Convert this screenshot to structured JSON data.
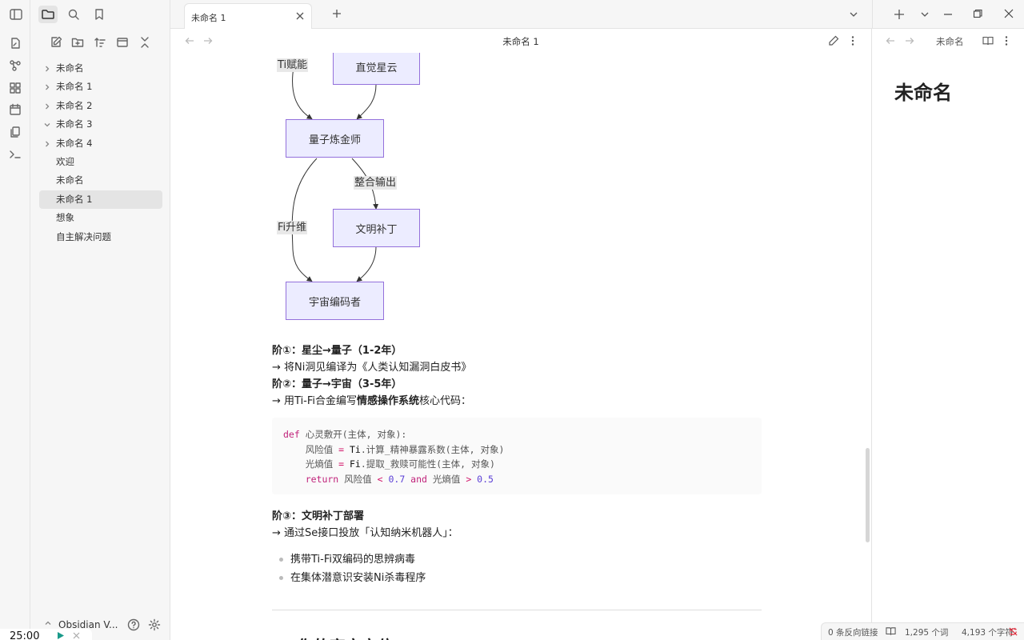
{
  "tab": {
    "title": "未命名 1"
  },
  "main": {
    "view_title": "未命名 1"
  },
  "sidebar": {
    "items": [
      {
        "label": "未命名",
        "folder": true,
        "expanded": false
      },
      {
        "label": "未命名 1",
        "folder": true,
        "expanded": false
      },
      {
        "label": "未命名 2",
        "folder": true,
        "expanded": false
      },
      {
        "label": "未命名 3",
        "folder": true,
        "expanded": true
      },
      {
        "label": "未命名 4",
        "folder": true,
        "expanded": false
      },
      {
        "label": "欢迎",
        "folder": false
      },
      {
        "label": "未命名",
        "folder": false
      },
      {
        "label": "未命名 1",
        "folder": false,
        "selected": true
      },
      {
        "label": "想象",
        "folder": false
      },
      {
        "label": "自主解决问题",
        "folder": false
      }
    ],
    "vault_name": "Obsidian V...",
    "timer": "25:00"
  },
  "diagram": {
    "nodes": {
      "intuition": "直觉星云",
      "alchemist": "量子炼金师",
      "patch": "文明补丁",
      "coder": "宇宙编码者"
    },
    "edge_labels": {
      "ti": "Ti赋能",
      "integrate": "整合输出",
      "fi": "Fi升维"
    }
  },
  "doc": {
    "stage1_head": "阶①：星尘→量子（1-2年）",
    "stage1_body": "→ 将Ni洞见编译为《人类认知漏洞白皮书》",
    "stage2_head": "阶②：量子→宇宙（3-5年）",
    "stage2_body_pre": "→ 用Ti-Fi合金编写",
    "stage2_body_bold": "情感操作系统",
    "stage2_body_post": "核心代码：",
    "code": {
      "line1_kw": "def",
      "line1_rest": " 心灵敷开(主体, 对象):",
      "line2_a": "    风险值 ",
      "line2_op": "=",
      "line2_obj": " Ti",
      "line2_rest": ".计算_精神暴露系数(主体, 对象)",
      "line3_a": "    光熵值 ",
      "line3_op": "=",
      "line3_obj": " Fi",
      "line3_rest": ".提取_救赎可能性(主体, 对象)",
      "line4_kw": "    return",
      "line4_a": " 风险值 ",
      "line4_op1": "<",
      "line4_n1": " 0.7",
      "line4_and": " and",
      "line4_b": " 光熵值 ",
      "line4_op2": ">",
      "line4_n2": " 0.5"
    },
    "stage3_head": "阶③：文明补丁部署",
    "stage3_body": "→ 通过Se接口投放「认知纳米机器人」：",
    "bullets": [
      "携带Ti-Fi双编码的思辨病毒",
      "在集体潜意识安装Ni杀毒程序"
    ],
    "next_heading": "📁 你的宇宙定位"
  },
  "right_pane": {
    "title": "未命名",
    "heading": "未命名"
  },
  "statusbar": {
    "backlinks": "0 条反向链接",
    "words": "1,295 个词",
    "chars": "4,193 个字符"
  }
}
